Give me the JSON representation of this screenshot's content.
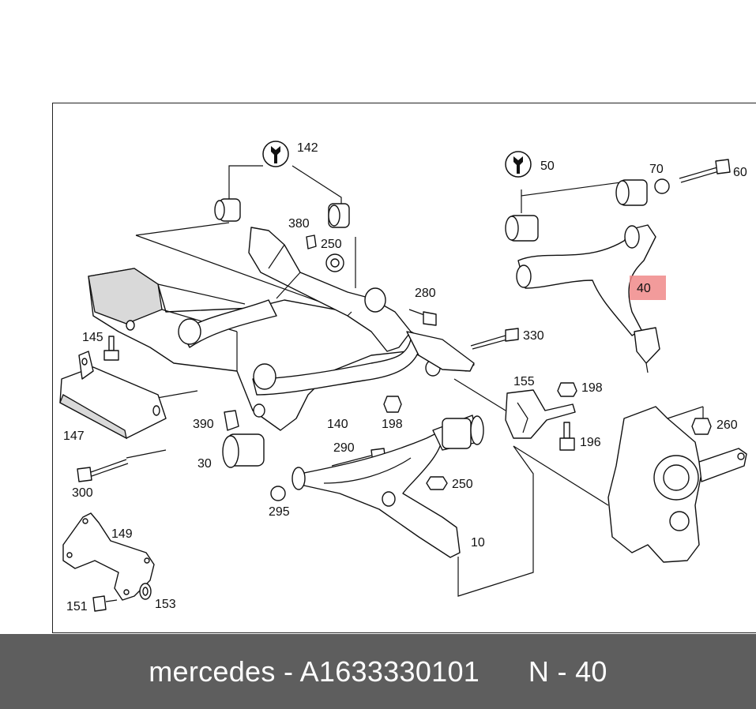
{
  "diagram": {
    "callouts": {
      "c142": "142",
      "c50": "50",
      "c70": "70",
      "c60": "60",
      "c380": "380",
      "c250a": "250",
      "c280": "280",
      "c40": "40",
      "c145": "145",
      "c330": "330",
      "c155": "155",
      "c198a": "198",
      "c390": "390",
      "c140": "140",
      "c198b": "198",
      "c260": "260",
      "c147": "147",
      "c290": "290",
      "c196": "196",
      "c30": "30",
      "c300": "300",
      "c250b": "250",
      "c295": "295",
      "c10": "10",
      "c149": "149",
      "c151": "151",
      "c153": "153"
    },
    "highlight_color": "#f08a8a"
  },
  "footer": {
    "text": "mercedes - A1633330101      N - 40",
    "background": "#5e5e5e"
  }
}
